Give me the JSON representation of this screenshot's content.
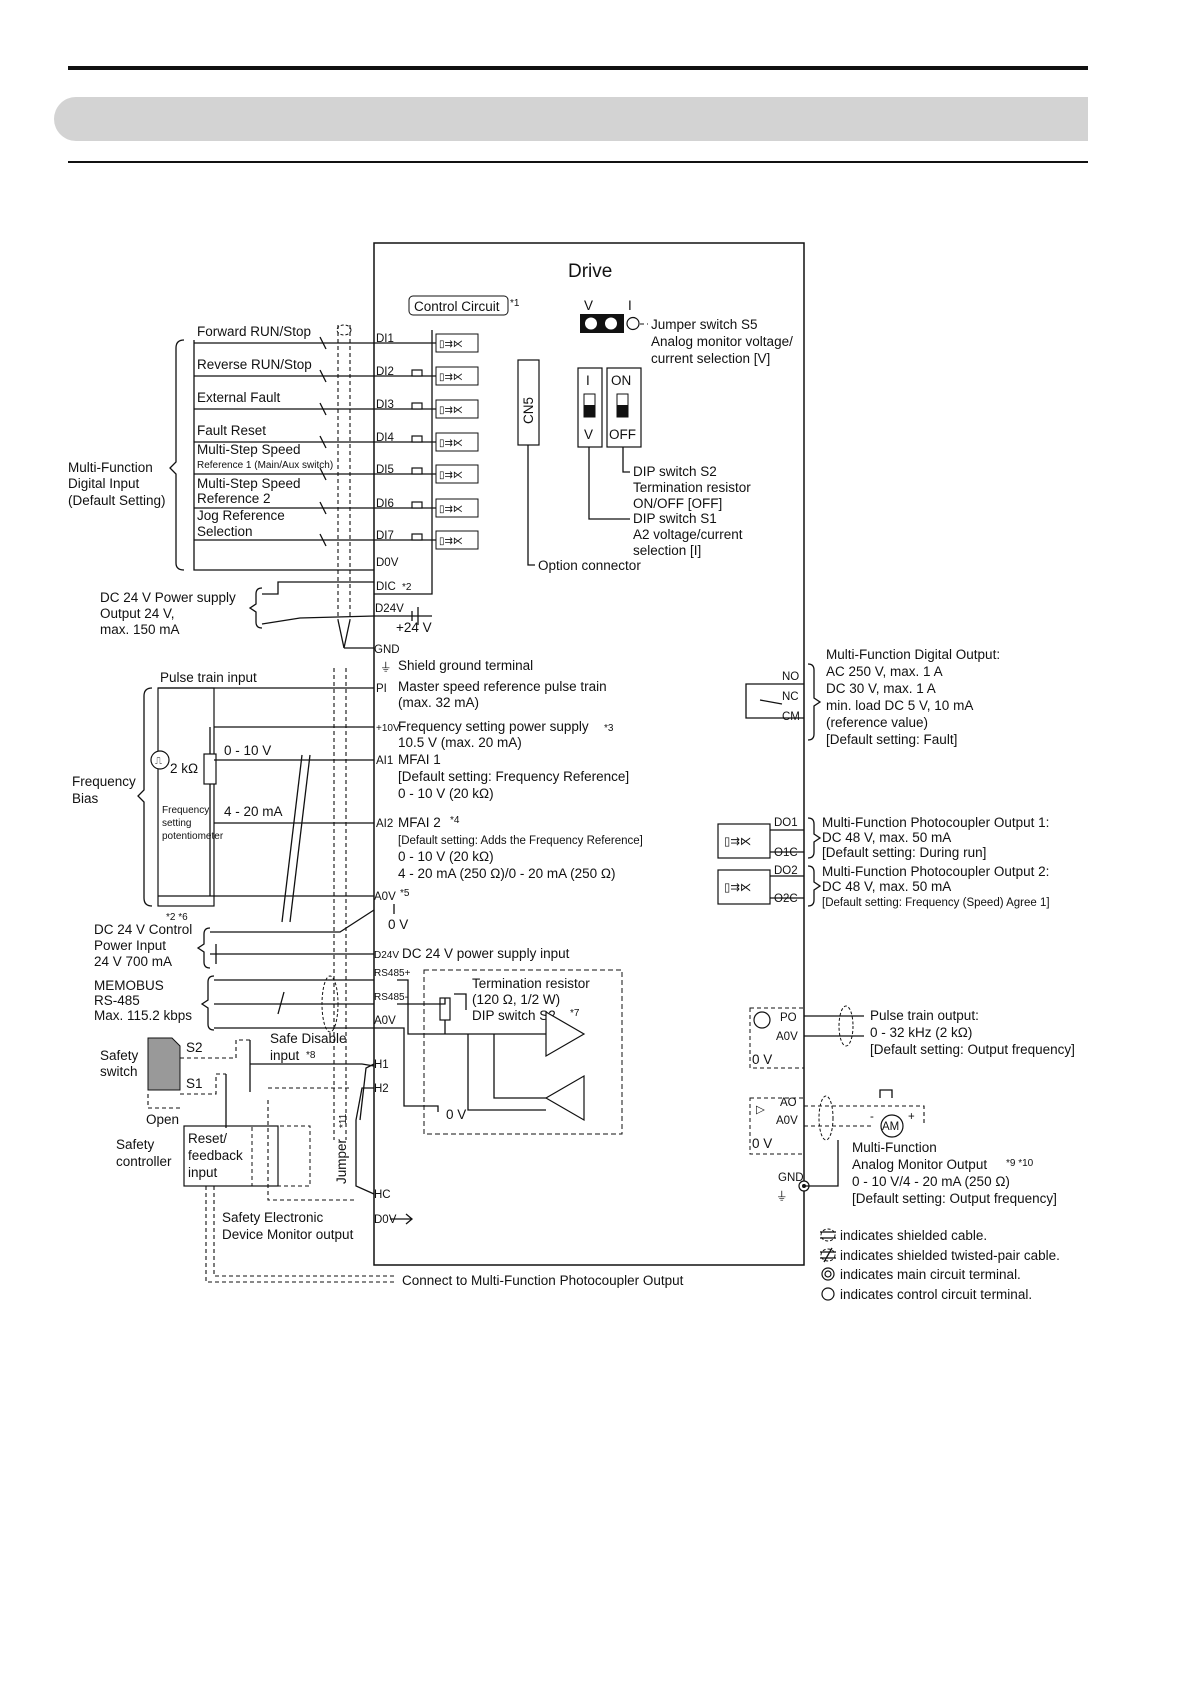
{
  "header": {
    "top_rule": true,
    "banner": true
  },
  "diagram": {
    "drive_title": "Drive",
    "control_circuit": "Control Circuit",
    "control_circuit_note": "*1",
    "jumper_s5": {
      "pos_v": "V",
      "pos_i": "I",
      "lines": [
        "Jumper switch S5",
        "Analog monitor voltage/",
        "current selection [V]"
      ]
    },
    "cn5": "CN5",
    "option_connector": "Option connector",
    "dip_s1_switch": {
      "top": "I",
      "bottom": "V"
    },
    "dip_s2_switch": {
      "top": "ON",
      "bottom": "OFF"
    },
    "dip_s2": [
      "DIP switch S2",
      "Termination resistor",
      "ON/OFF [OFF]"
    ],
    "dip_s1": [
      "DIP switch S1",
      "A2 voltage/current",
      "selection [I]"
    ],
    "digital_inputs": {
      "group_label": [
        "Multi-Function",
        "Digital Input",
        "(Default Setting)"
      ],
      "items": [
        {
          "label": [
            "Forward RUN/Stop"
          ],
          "terminal": "DI1"
        },
        {
          "label": [
            "Reverse RUN/Stop"
          ],
          "terminal": "DI2"
        },
        {
          "label": [
            "External Fault"
          ],
          "terminal": "DI3"
        },
        {
          "label": [
            "Fault Reset"
          ],
          "terminal": "DI4"
        },
        {
          "label": [
            "Multi-Step Speed",
            "Reference 1 (Main/Aux switch)"
          ],
          "terminal": "DI5"
        },
        {
          "label": [
            "Multi-Step Speed",
            "Reference 2"
          ],
          "terminal": "DI6"
        },
        {
          "label": [
            "Jog Reference",
            "Selection"
          ],
          "terminal": "DI7"
        }
      ]
    },
    "terminals": {
      "d0v": "D0V",
      "dic": "DIC",
      "dic_note": "*2",
      "d24v": "D24V",
      "plus24": "+24 V",
      "gnd": "GND",
      "pi": "PI",
      "plus10v": "+10V",
      "ai1": "AI1",
      "ai2": "AI2",
      "a0v": "A0V",
      "a0v_note": "*5",
      "zero_v": "0 V",
      "d24v_in": "D24V",
      "rs485p": "RS485+",
      "rs485m": "RS485-",
      "a0v_rs": "A0V",
      "h1": "H1",
      "h2": "H2",
      "hc": "HC",
      "d0v_bottom": "D0V"
    },
    "dc24_supply": [
      "DC 24 V Power supply",
      "Output 24 V,",
      "max. 150 mA"
    ],
    "shield_ground": "Shield ground terminal",
    "pulse_train_input": "Pulse train input",
    "master_speed": [
      "Master speed  reference pulse train",
      "(max. 32 mA)"
    ],
    "freq_supply": {
      "text": "Frequency setting power supply",
      "note": "*3",
      "spec": "10.5 V (max. 20 mA)"
    },
    "mfai1": [
      "MFAI 1",
      "[Default setting: Frequency Reference]",
      "0 - 10 V (20 kΩ)"
    ],
    "mfai2": {
      "title": "MFAI 2",
      "note": "*4",
      "default": "[Default setting: Adds the Frequency Reference]",
      "lines": [
        "0 - 10 V (20 kΩ)",
        "4 - 20 mA (250 Ω)/0 - 20 mA (250 Ω)"
      ]
    },
    "freq_bias": [
      "Frequency",
      "Bias"
    ],
    "pot": {
      "resistance": "2 kΩ",
      "range_v": "0 - 10 V",
      "range_ma": "4 - 20 mA",
      "label": [
        "Frequency",
        "setting",
        "potentiometer"
      ]
    },
    "notes_26": "*2 *6",
    "dc24_control": [
      "DC 24 V Control",
      "Power Input",
      "24 V 700 mA"
    ],
    "dc24_psi": "DC 24 V power supply input",
    "memobus": [
      "MEMOBUS",
      "RS-485",
      "Max. 115.2 kbps"
    ],
    "term_resistor": {
      "lines": [
        "Termination resistor",
        "(120 Ω, 1/2 W)"
      ],
      "dip": "DIP switch S2",
      "note": "*7"
    },
    "zero_v_rs": "0 V",
    "safety": {
      "switch": [
        "Safety",
        "switch"
      ],
      "s2": "S2",
      "s1": "S1",
      "open": "Open",
      "safe_disable": "Safe Disable",
      "input": "input",
      "input_note": "*8",
      "jumper": "Jumper",
      "jumper_note": "*11",
      "controller": [
        "Safety",
        "controller"
      ],
      "reset": [
        "Reset/",
        "feedback",
        "input"
      ],
      "edm": [
        "Safety Electronic",
        "Device Monitor output"
      ],
      "connect": "Connect to Multi-Function Photocoupler Output"
    },
    "relay_output": {
      "terminals": [
        "NO",
        "NC",
        "CM"
      ],
      "lines": [
        "Multi-Function Digital Output:",
        "AC 250 V, max. 1 A",
        "DC 30 V, max. 1 A",
        "min. load DC 5 V, 10 mA",
        "(reference value)",
        "[Default setting: Fault]"
      ]
    },
    "photo1": {
      "terminals": [
        "DO1",
        "O1C"
      ],
      "lines": [
        "Multi-Function Photocoupler Output 1:",
        "DC 48 V, max. 50 mA",
        "[Default setting: During run]"
      ]
    },
    "photo2": {
      "terminals": [
        "DO2",
        "O2C"
      ],
      "lines": [
        "Multi-Function Photocoupler Output 2:",
        "DC 48 V, max. 50 mA",
        "[Default setting: Frequency (Speed) Agree 1]"
      ]
    },
    "pulse_out": {
      "terminals": [
        "PO",
        "A0V"
      ],
      "zero": "0 V",
      "lines": [
        "Pulse train output:",
        "0 - 32 kHz (2 kΩ)",
        "[Default setting: Output frequency]"
      ]
    },
    "analog_out": {
      "terminals": [
        "AO",
        "A0V"
      ],
      "zero": "0 V",
      "meter": "AM",
      "minus": "-",
      "plus": "+",
      "title": "Multi-Function",
      "line1": "Analog Monitor Output",
      "note": "*9 *10",
      "lines": [
        "0 - 10 V/4 - 20 mA (250 Ω)",
        "[Default setting: Output frequency]"
      ]
    },
    "gnd_right": "GND",
    "legend": [
      "indicates shielded cable.",
      "indicates shielded twisted-pair cable.",
      "indicates main circuit terminal.",
      "indicates control circuit terminal."
    ]
  }
}
